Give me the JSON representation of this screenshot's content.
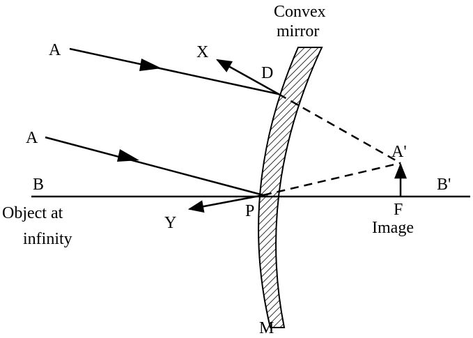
{
  "title": {
    "line1": "Convex",
    "line2": "mirror"
  },
  "labels": {
    "a_top": "A",
    "a_mid": "A",
    "x": "X",
    "d": "D",
    "a_prime": "A'",
    "b": "B",
    "b_prime": "B'",
    "p": "P",
    "f": "F",
    "y": "Y",
    "m": "M",
    "image": "Image",
    "object_line1": "Object at",
    "object_line2": "infinity"
  },
  "colors": {
    "ink": "#000000",
    "background": "#ffffff"
  }
}
